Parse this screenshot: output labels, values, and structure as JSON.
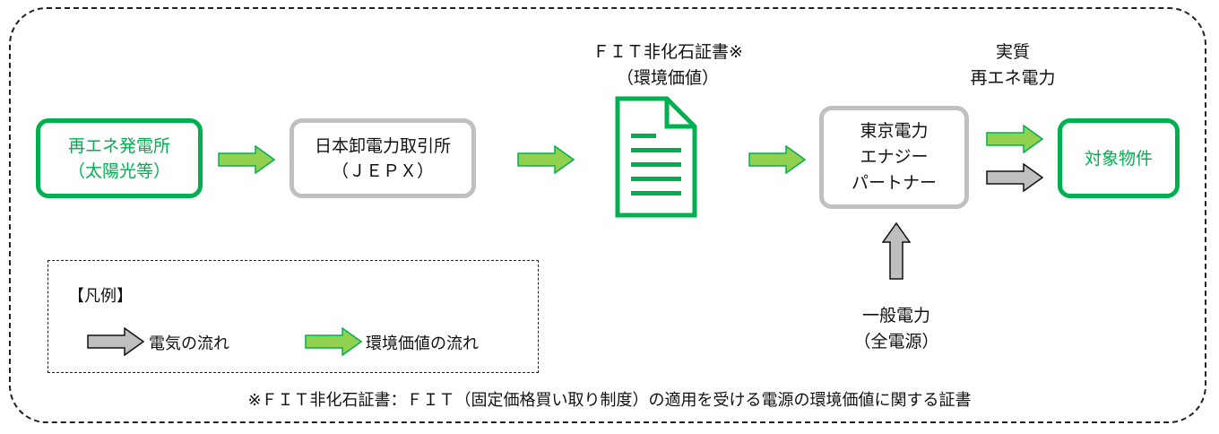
{
  "nodes": {
    "source": {
      "line1": "再エネ発電所",
      "line2": "（太陽光等）"
    },
    "jepx": {
      "line1": "日本卸電力取引所",
      "line2": "（ＪＥＰＸ）"
    },
    "certificate": {
      "line1": "ＦＩＴ非化石証書※",
      "line2": "（環境価値）",
      "icon": "document-icon"
    },
    "retailer": {
      "line1": "東京電力",
      "line2": "エナジー",
      "line3": "パートナー"
    },
    "target": {
      "label": "対象物件"
    }
  },
  "labels": {
    "effective_re": {
      "line1": "実質",
      "line2": "再エネ電力"
    },
    "general_power": {
      "line1": "一般電力",
      "line2": "（全電源）"
    }
  },
  "legend": {
    "title": "【凡例】",
    "electricity_flow": "電気の流れ",
    "environmental_value_flow": "環境価値の流れ"
  },
  "footnote": "※ＦＩＴ非化石証書：ＦＩＴ（固定価格買い取り制度）の適用を受ける電源の環境価値に関する証書",
  "colors": {
    "green": "#00b050",
    "arrow_green": "#92d050",
    "arrow_gray": "#bfbfbf",
    "box_gray": "#c0c0c0"
  }
}
